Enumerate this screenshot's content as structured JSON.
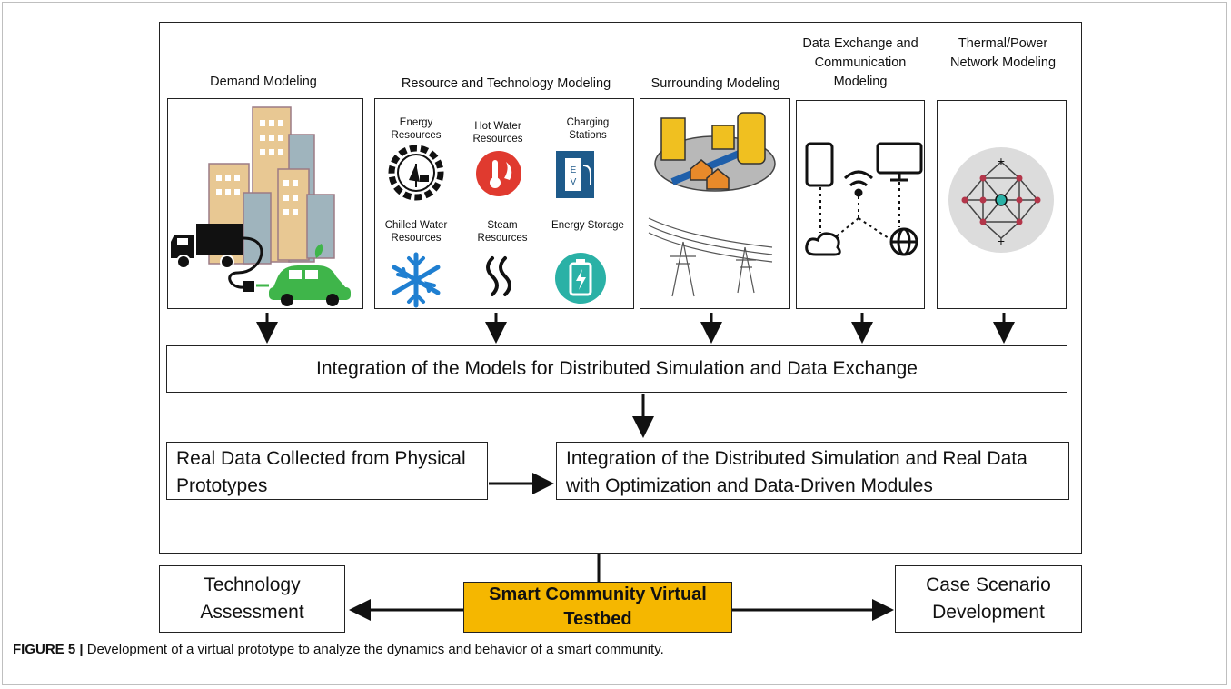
{
  "headings": {
    "demand": "Demand Modeling",
    "resource": "Resource and Technology Modeling",
    "surrounding": "Surrounding Modeling",
    "data_exchange": "Data Exchange and Communication Modeling",
    "network": "Thermal/Power Network Modeling"
  },
  "resource_labels": {
    "energy": "Energy Resources",
    "hot_water": "Hot Water Resources",
    "charging": "Charging Stations",
    "chilled": "Chilled Water Resources",
    "steam": "Steam Resources",
    "storage": "Energy Storage"
  },
  "boxes": {
    "integration_models": "Integration of the Models for Distributed Simulation and Data Exchange",
    "real_data": "Real Data Collected from Physical Prototypes",
    "integration_sim": "Integration of the Distributed Simulation and Real Data with Optimization and Data-Driven Modules",
    "tech_assessment": "Technology Assessment",
    "testbed": "Smart Community Virtual Testbed",
    "case_scenario": "Case Scenario Development"
  },
  "caption": {
    "label": "FIGURE 5 |",
    "text": " Development of a virtual prototype to analyze the dynamics and behavior of a smart community."
  },
  "colors": {
    "testbed_fill": "#f5b700",
    "hot_water_red": "#e03a2f",
    "snow_blue": "#1f7fd1",
    "storage_teal": "#2ab1a6",
    "ev_blue": "#1e5a8a",
    "car_green": "#3fb54a",
    "building_tan": "#e8c893",
    "building_blue": "#9fb4bd"
  }
}
